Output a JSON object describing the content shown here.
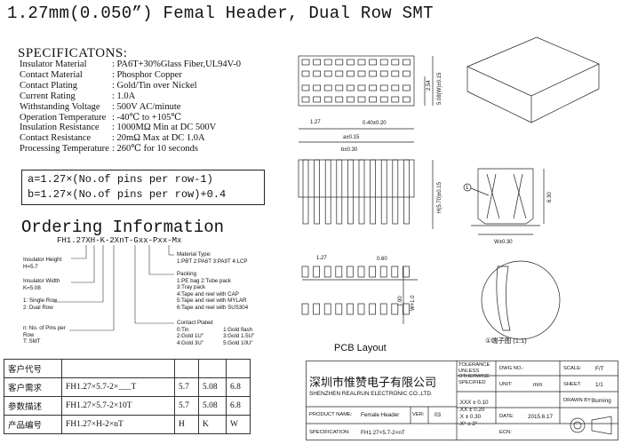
{
  "title": "1.27mm(0.050”) Femal Header, Dual Row SMT",
  "specifications": {
    "heading": "SPECIFICATONS:",
    "rows": [
      {
        "label": "Insulator Material",
        "value": ": PA6T+30%Glass Fiber,UL94V-0"
      },
      {
        "label": "Contact Material",
        "value": ": Phosphor Copper"
      },
      {
        "label": "Contact Plating",
        "value": ": Gold/Tin over Nickel"
      },
      {
        "label": "Current Rating",
        "value": ": 1.0A"
      },
      {
        "label": "Withstanding Voltage",
        "value": ": 500V AC/minute"
      },
      {
        "label": "Operation Temperature",
        "value": ": -40℃ to +105℃"
      },
      {
        "label": "Insulation Resistance",
        "value": ": 1000MΩ Min at DC 500V"
      },
      {
        "label": "Contact Resistance",
        "value": ": 20mΩ Max at DC 1.0A"
      },
      {
        "label": "Processing Temperature",
        "value": ": 260℃ for 10 seconds"
      }
    ]
  },
  "formulas": {
    "a": "a=1.27×(No.of pins per row-1)",
    "b": "b=1.27×(No.of pins per row)+0.4"
  },
  "ordering": {
    "heading": "Ordering Information",
    "part_number": "FH1.27XH-K-2XnT-Gxx-Pxx-Mx",
    "insulator_height": [
      "Insulator Height",
      "H=5.7"
    ],
    "insulator_width": [
      "Insulator Width",
      "K=5.08"
    ],
    "rows": [
      "1:  Single Row",
      "2:  Dual Row"
    ],
    "pins": [
      "n: No. of Pins per",
      "   Row",
      "T: SMT"
    ],
    "material": [
      "Material Type:",
      "1:PBT 2:PA6T 3:PA9T 4:LCP"
    ],
    "packing": [
      "Packing",
      "1:PE bag     2:Tube pack",
      "3:Tray pack",
      "4:Tape and reel with CAP",
      "5:Tape and reel with MYLAR",
      "6:Tape and reel with SUS304"
    ],
    "plated": {
      "heading": "Contact Plated",
      "col1": [
        "0:Tin",
        "2:Gold 1U\"",
        "4:Gold 3U\""
      ],
      "col2": [
        "1:Gold flash",
        "3:Gold 1.5U\"",
        "5:Gold 10U\""
      ]
    }
  },
  "drawings": {
    "dim_254": "2.54",
    "dim_127": "1.27",
    "dim_040": "0.40±0.20",
    "dim_a": "a±0.15",
    "dim_b": "b±0.30",
    "dim_side": "5.08(W)±0.15",
    "dim_h": "H(5.70)±0.15",
    "dim_630": "6.30",
    "dim_w": "W±0.30",
    "callout_1": "1",
    "pcb_127": "1.27",
    "pcb_060": "0.60",
    "pcb_190": "1.90",
    "pcb_w": "W+1.0",
    "pcb_label": "PCB Layout",
    "terminal_label": "①端子图 (1:1)"
  },
  "bom": {
    "header": "客户代号",
    "rows": [
      {
        "label": "客户需求",
        "part": "FH1.27×5.7-2×___T",
        "h": "5.7",
        "k": "5.08",
        "w": "6.8"
      },
      {
        "label": "参数描述",
        "part": "FH1.27×5.7-2×10T",
        "h": "5.7",
        "k": "5.08",
        "w": "6.8"
      },
      {
        "label": "产品编号",
        "part": "FH1.27×H-2×nT",
        "h": "H",
        "k": "K",
        "w": "W"
      }
    ]
  },
  "title_block": {
    "company_cn": "深圳市惟赞电子有限公司",
    "company_en": "SHENZHEN REALRUN ELECTRONIC CO.,LTD.",
    "tolerance": [
      "TOLERANCE",
      "UNLESS",
      "OTHERWISE",
      "SPECIFIED"
    ],
    "tol_values": [
      ".XXX ± 0.10",
      ".XX ± 0.20",
      ".X ± 0.30",
      ".X° ± 2°"
    ],
    "dwg_no_label": "DWG NO.:",
    "scale_label": "SCALE:",
    "scale_value": "F/T",
    "unit_label": "UNIT:",
    "unit_value": "mm",
    "sheet_label": "SHEET:",
    "sheet_value": "1/1",
    "drawn_label": "DRAWN BY:",
    "drawn_value": "Burning",
    "product_label": "PRODUCT NAME:",
    "product_value": "Female Header",
    "ver_label": "VER:",
    "ver_value": "03",
    "date_label": "DATE:",
    "date_value": "2015.6.17",
    "spec_label": "SPECIFICATION:",
    "spec_value": "FH1.27×5.7-2×nT",
    "ecn_label": "ECN:"
  }
}
